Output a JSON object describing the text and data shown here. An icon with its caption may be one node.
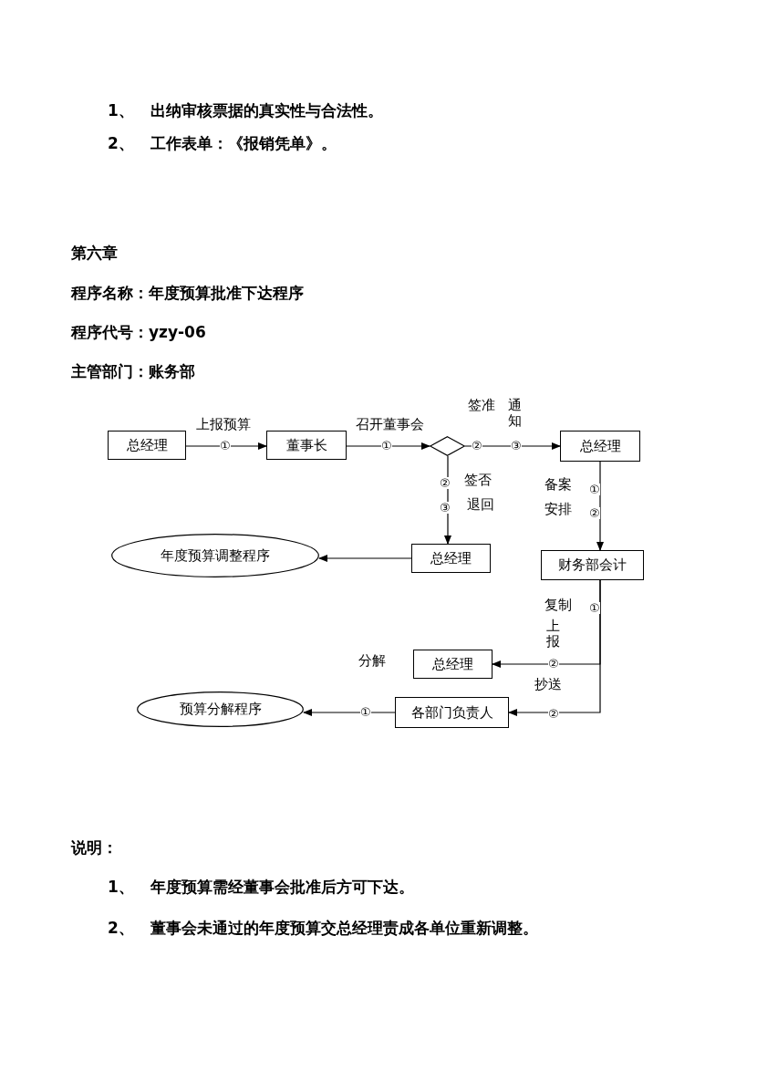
{
  "diagram": {
    "nodes": [
      {
        "text": [
          "总经理"
        ]
      },
      {
        "text": [
          "董事长"
        ]
      },
      {
        "text": [],
        "shape": "diamond"
      },
      {
        "text": [
          "总经理"
        ]
      },
      {
        "text": [
          "年度预算调整程序"
        ]
      },
      {
        "text": [
          "总经理"
        ]
      },
      {
        "text": [
          "财务部会计"
        ]
      },
      {
        "text": [
          "总经理"
        ]
      },
      {
        "text": [
          "预算分解程序"
        ]
      },
      {
        "text": [
          "各部门负责人"
        ]
      }
    ],
    "edges": [
      {
        "from": 0,
        "to": 1,
        "arrow": "to",
        "label": "上报预算"
      },
      {
        "from": 1,
        "to": 2,
        "arrow": "to",
        "label": "召开董事会"
      },
      {
        "from": 2,
        "to": 3,
        "arrow": "to",
        "label": "签准"
      },
      {
        "from": 2,
        "to": 5,
        "arrow": "to",
        "label": "签否"
      },
      {
        "from": 5,
        "to": 4,
        "arrow": "to"
      },
      {
        "from": 3,
        "to": 6,
        "arrow": "to",
        "label": "备案"
      },
      {
        "from": 6,
        "to": 7,
        "arrow": "to",
        "label": "复制"
      },
      {
        "from": 6,
        "to": 9,
        "arrow": "to",
        "label": "抄送"
      },
      {
        "from": 9,
        "to": 8,
        "arrow": "to",
        "label": "分解"
      }
    ],
    "labels": [
      "1、",
      "出纳审核票据的真实性与合法性。",
      "2、",
      "工作表单：《报销凭单》。",
      "第六章",
      "程序名称：年度预算批准下达程序",
      "程序代号：yzy-06",
      "主管部门：账务部",
      "①",
      "①",
      "②",
      "③",
      "通知",
      "②",
      "③",
      "退回",
      "①",
      "②",
      "安排",
      "①",
      "上报",
      "②",
      "①",
      "②",
      "说明：",
      "1、",
      "年度预算需经董事会批准后方可下达。",
      "2、",
      "董事会未通过的年度预算交总经理责成各单位重新调整。"
    ]
  }
}
